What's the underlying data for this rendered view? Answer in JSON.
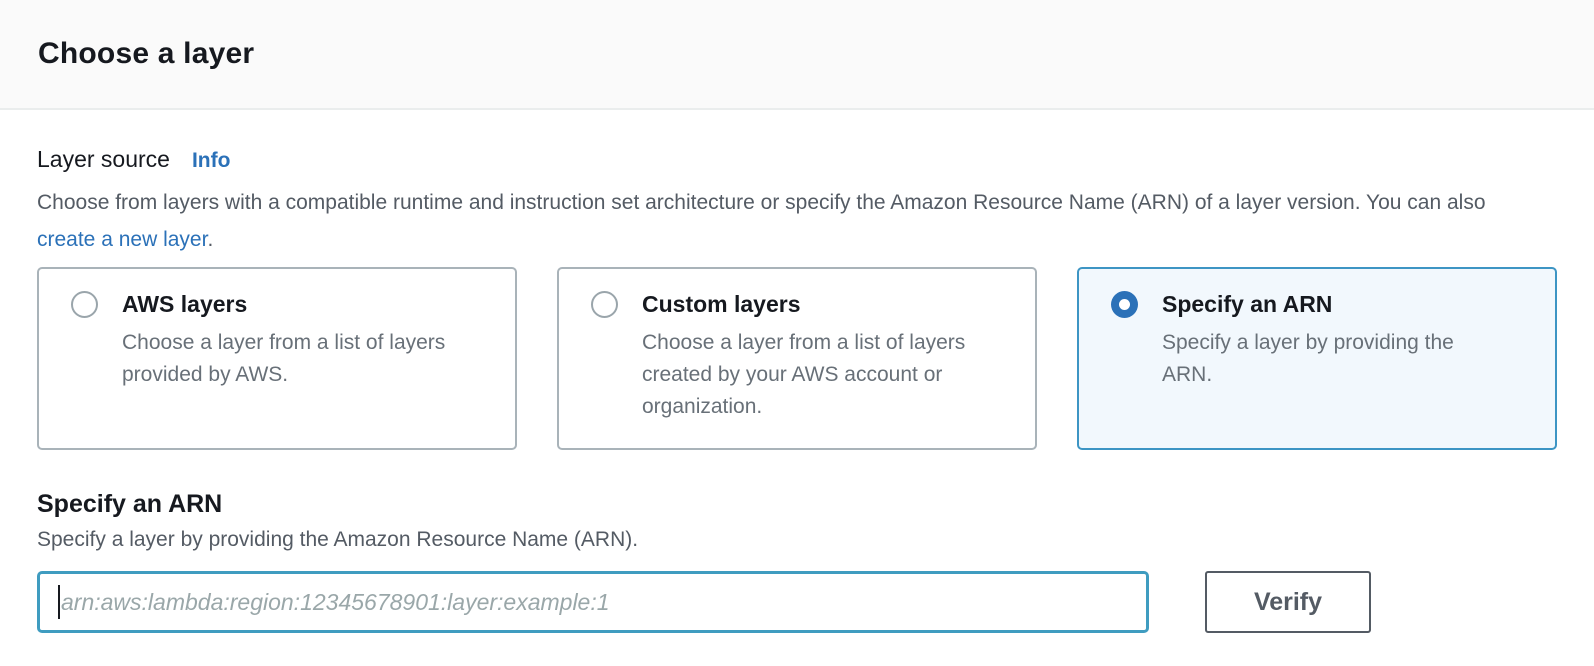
{
  "header": {
    "title": "Choose a layer"
  },
  "layer_source": {
    "label": "Layer source",
    "info_link": "Info",
    "description": {
      "text": "Choose from layers with a compatible runtime and instruction set architecture or specify the Amazon Resource Name (ARN) of a layer version. You can also ",
      "link_text": "create a new layer",
      "suffix": "."
    },
    "options": [
      {
        "title": "AWS layers",
        "description": "Choose a layer from a list of layers provided by AWS.",
        "selected": false
      },
      {
        "title": "Custom layers",
        "description": "Choose a layer from a list of layers created by your AWS account or organization.",
        "selected": false
      },
      {
        "title": "Specify an ARN",
        "description": "Specify a layer by providing the ARN.",
        "selected": true
      }
    ]
  },
  "arn_section": {
    "label": "Specify an ARN",
    "description": "Specify a layer by providing the Amazon Resource Name (ARN).",
    "input_value": "",
    "input_placeholder": "arn:aws:lambda:region:12345678901:layer:example:1",
    "verify_button": "Verify"
  },
  "colors": {
    "accent_link": "#2b71b8",
    "selected_card_border": "#3d95c4",
    "selected_card_bg": "#f2f8fd",
    "input_focus_border": "#3f9cc0",
    "button_border": "#545b64",
    "divider": "#eaeded"
  }
}
